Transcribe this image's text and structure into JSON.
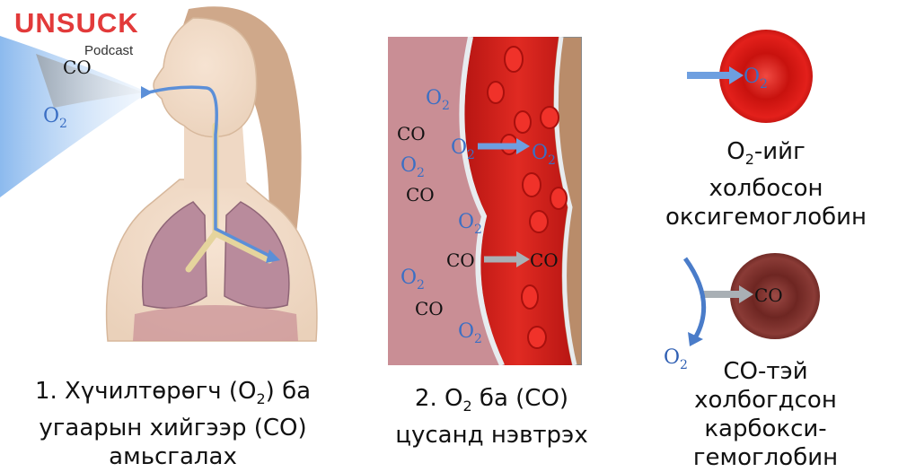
{
  "brand": {
    "name": "UNSUCK",
    "sub": "Podcast"
  },
  "panel1": {
    "co_label": "CO",
    "o2_label": "O",
    "o2_sub": "2",
    "caption_line1_pre": "1. Хүчилтөрөгч (О",
    "caption_line1_sub": "2",
    "caption_line1_post": ") ба",
    "caption_line2": "угаарын хийгээр (СО)",
    "caption_line3": "амьсгалах"
  },
  "panel2": {
    "o2_text": "O",
    "o2_sub": "2",
    "co_text": "CO",
    "caption_line1_pre": "2. О",
    "caption_line1_sub": "2",
    "caption_line1_post": " ба (СО)",
    "caption_line2": "цусанд нэвтрэх"
  },
  "panel3": {
    "top_o2": "O",
    "top_o2_sub": "2",
    "top_caption_pre": "О",
    "top_caption_sub": "2",
    "top_caption_post": "-ийг",
    "top_caption_line2": "холбосон",
    "top_caption_line3": "оксигемоглобин",
    "bottom_co": "CO",
    "bottom_o2": "O",
    "bottom_o2_sub": "2",
    "bottom_caption_line1": "СО-тэй",
    "bottom_caption_line2": "холбогдсон",
    "bottom_caption_line3": "карбокси-гемоглобин"
  },
  "colors": {
    "brand": "#e23a3a",
    "blood": "#d8231f",
    "blood_dark": "#b81613",
    "tissue": "#c98e95",
    "vessel_wall": "#e8ecef",
    "oxy_cell": "#e3201b",
    "carboxy_cell": "#8a3b36",
    "arrow_blue": "#5b8fd8",
    "arrow_gray": "#a9b0b5",
    "lung": "#b88b9c"
  }
}
